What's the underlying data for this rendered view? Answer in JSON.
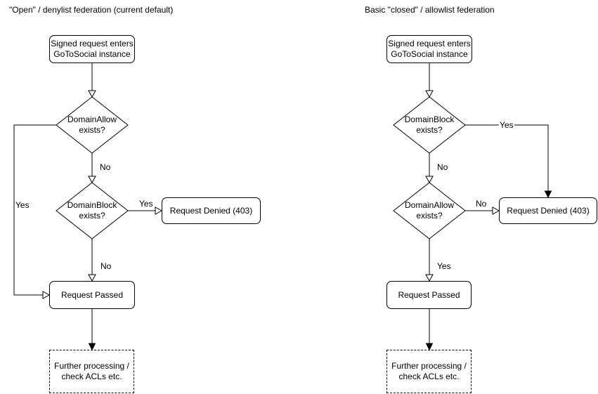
{
  "colors": {
    "stroke": "#000000",
    "text": "#000000",
    "background": "#ffffff",
    "node_fill": "#ffffff"
  },
  "left": {
    "title": "\"Open\" / denylist federation (current default)",
    "nodes": {
      "start": "Signed request enters\nGoToSocial instance",
      "decision1": "DomainAllow\nexists?",
      "decision2": "DomainBlock\nexists?",
      "denied": "Request Denied (403)",
      "passed": "Request Passed",
      "further": "Further processing /\ncheck ACLs etc."
    },
    "edge_labels": {
      "decision1_yes": "Yes",
      "decision1_no": "No",
      "decision2_yes": "Yes",
      "decision2_no": "No"
    }
  },
  "right": {
    "title": "Basic \"closed\" / allowlist federation",
    "nodes": {
      "start": "Signed request enters\nGoToSocial instance",
      "decision1": "DomainBlock\nexists?",
      "decision2": "DomainAllow\nexists?",
      "denied": "Request Denied (403)",
      "passed": "Request Passed",
      "further": "Further processing /\ncheck ACLs etc."
    },
    "edge_labels": {
      "decision1_yes": "Yes",
      "decision1_no": "No",
      "decision2_yes": "Yes",
      "decision2_no": "No"
    }
  }
}
